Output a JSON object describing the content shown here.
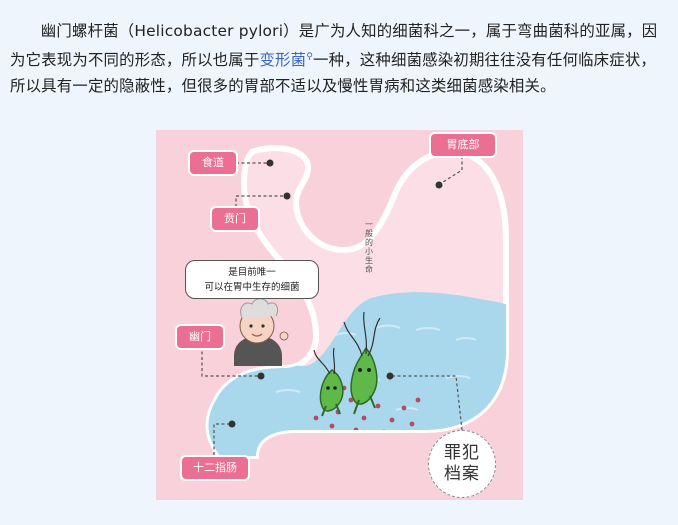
{
  "article": {
    "text_before_link": "幽门螺杆菌（Helicobacter pylori）是广为人知的细菌科之一，属于弯曲菌科的亚属，因为它表现为不同的形态，所以也属于",
    "link_text": "变形菌",
    "text_after_link": "一种，这种细菌感染初期往往没有任何临床症状，所以具有一定的隐蔽性，但很多的胃部不适以及慢性胃病和这类细菌感染相关。"
  },
  "figure": {
    "labels": {
      "esophagus": "食道",
      "cardia": "贲门",
      "fundus": "胃底部",
      "pylorus": "幽门",
      "duodenum": "十二指肠"
    },
    "bubble_line1": "是目前唯一",
    "bubble_line2": "可以在胃中生存的细菌",
    "vertical_caption": "一般的小生命",
    "stamp_line1": "罪犯",
    "stamp_line2": "档案"
  },
  "colors": {
    "accent_link": "#3a66c8",
    "tag_pink": "#ea6f92",
    "figure_bg": "#f9d1da",
    "water_blue": "#a9d8ec"
  },
  "icons": [
    "search-icon",
    "bacteria-icon",
    "doctor-avatar"
  ]
}
